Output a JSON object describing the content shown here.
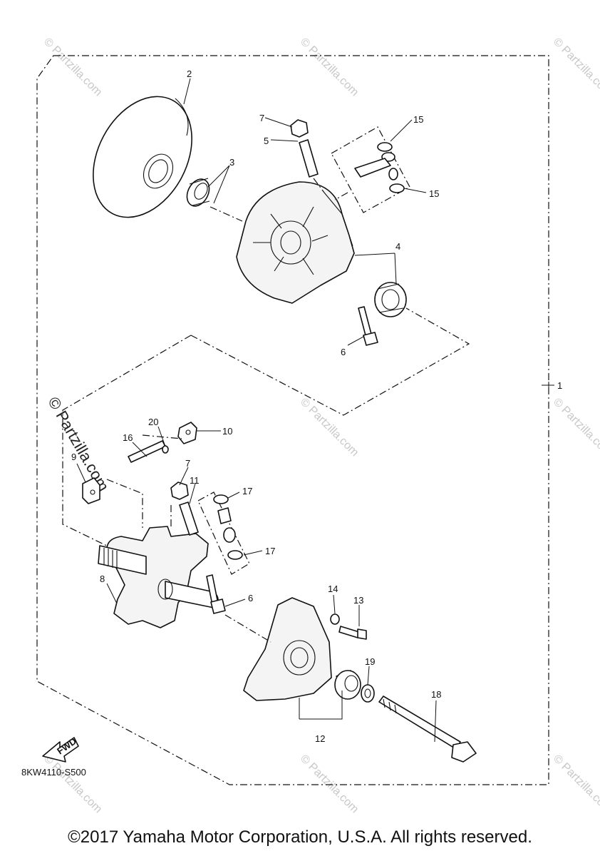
{
  "diagram": {
    "code": "8KW4110-S500",
    "copyright": "©2017 Yamaha Motor Corporation, U.S.A. All rights reserved.",
    "fwd_label": "FWD",
    "watermark": "© Partzilla.com",
    "callouts": {
      "c1": "1",
      "c2": "2",
      "c3": "3",
      "c4": "4",
      "c5": "5",
      "c6a": "6",
      "c6b": "6",
      "c7a": "7",
      "c7b": "7",
      "c8": "8",
      "c9": "9",
      "c10": "10",
      "c11": "11",
      "c12": "12",
      "c13": "13",
      "c14": "14",
      "c15a": "15",
      "c15b": "15",
      "c16": "16",
      "c17a": "17",
      "c17b": "17",
      "c18": "18",
      "c19": "19",
      "c20": "20"
    }
  }
}
